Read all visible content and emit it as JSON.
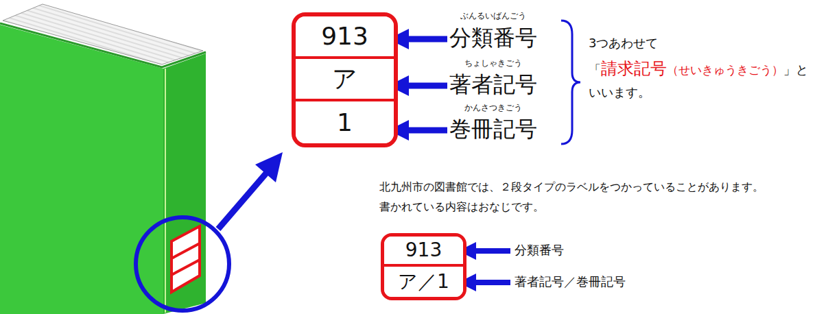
{
  "diagram": {
    "nodes": [
      {
        "text": []
      },
      {
        "text": [
          "913"
        ],
        "in": 0
      },
      {
        "text": [
          "ア"
        ],
        "in": 0
      },
      {
        "text": [
          "1"
        ],
        "in": 0
      },
      {
        "text": []
      },
      {
        "text": [
          "913"
        ],
        "in": 4
      },
      {
        "text": [
          "ア／1"
        ],
        "in": 4
      }
    ],
    "labels": [
      "ぶんるいばんごう",
      "分類番号",
      "ちょしゃきごう",
      "著者記号",
      "かんさつきごう",
      "巻冊記号",
      "3つあわせて",
      "「",
      "請求記号",
      "（せいきゅうきごう）",
      "」と",
      "いいます。",
      "北九州市の図書館では、２段タイプのラベルをつかっていることがあります。",
      "書かれている内容はおなじです。",
      "分類番号",
      "著者記号／巻冊記号"
    ]
  }
}
